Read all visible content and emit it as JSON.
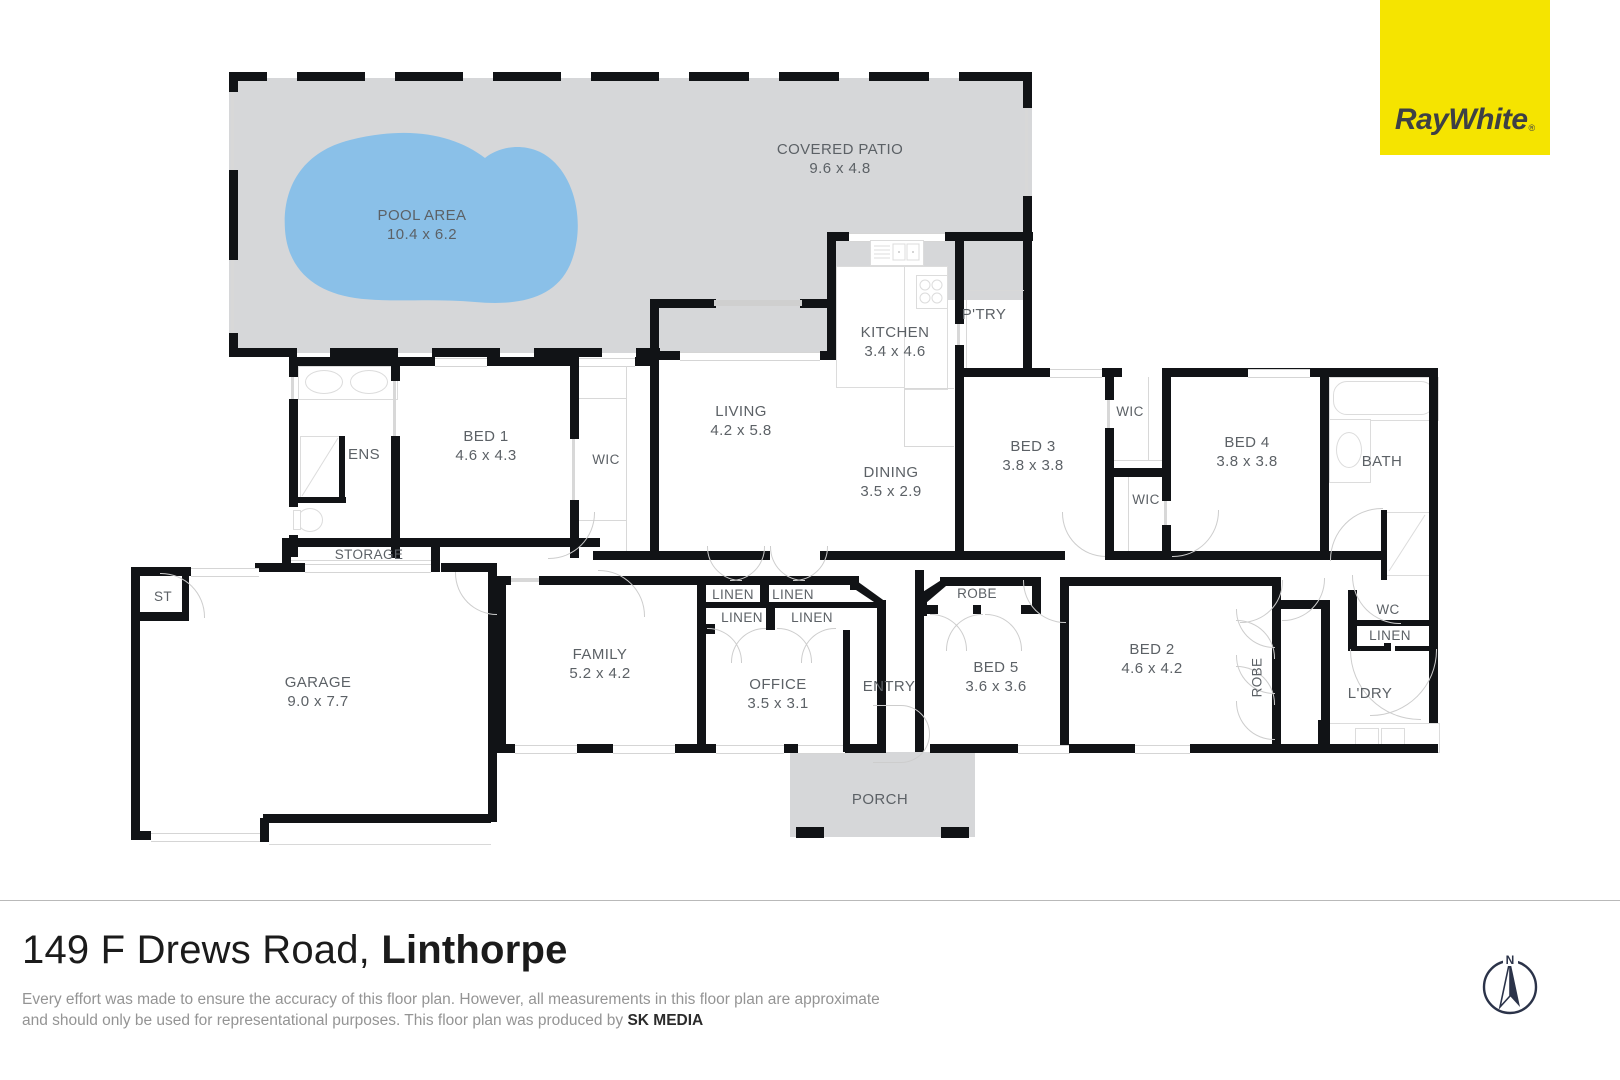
{
  "brand": {
    "logo_text": "RayWhite",
    "logo_mark": "registered-trademark",
    "logo_bg": "#f5e400",
    "logo_fg": "#3d4045"
  },
  "footer": {
    "address_street": "149 F Drews Road,",
    "address_suburb": "Linthorpe",
    "disclaimer": "Every effort was made to ensure the accuracy of this floor plan. However, all measurements in this floor plan are approximate and should only be used for representational purposes. This floor plan was produced by ",
    "producer": "SK MEDIA",
    "compass_label": "N"
  },
  "plan": {
    "wall_color": "#111316",
    "shaded_fill": "#d6d7d9",
    "pool_fill": "#8ac0e8",
    "label_color": "#5c6166",
    "rooms": [
      {
        "id": "pool",
        "name": "POOL AREA",
        "dim": "10.4 x 6.2"
      },
      {
        "id": "patio",
        "name": "COVERED PATIO",
        "dim": "9.6 x 4.8"
      },
      {
        "id": "kitchen",
        "name": "KITCHEN",
        "dim": "3.4 x 4.6"
      },
      {
        "id": "pantry",
        "name": "P'TRY",
        "dim": ""
      },
      {
        "id": "living",
        "name": "LIVING",
        "dim": "4.2 x 5.8"
      },
      {
        "id": "dining",
        "name": "DINING",
        "dim": "3.5 x 2.9"
      },
      {
        "id": "ens",
        "name": "ENS",
        "dim": ""
      },
      {
        "id": "bed1",
        "name": "BED 1",
        "dim": "4.6 x 4.3"
      },
      {
        "id": "wic1",
        "name": "WIC",
        "dim": ""
      },
      {
        "id": "bed3",
        "name": "BED 3",
        "dim": "3.8 x 3.8"
      },
      {
        "id": "wic2",
        "name": "WIC",
        "dim": ""
      },
      {
        "id": "wic3",
        "name": "WIC",
        "dim": ""
      },
      {
        "id": "bed4",
        "name": "BED 4",
        "dim": "3.8 x 3.8"
      },
      {
        "id": "bath",
        "name": "BATH",
        "dim": ""
      },
      {
        "id": "storage",
        "name": "STORAGE",
        "dim": ""
      },
      {
        "id": "st",
        "name": "ST",
        "dim": ""
      },
      {
        "id": "garage",
        "name": "GARAGE",
        "dim": "9.0 x 7.7"
      },
      {
        "id": "family",
        "name": "FAMILY",
        "dim": "5.2 x 4.2"
      },
      {
        "id": "linen1",
        "name": "LINEN",
        "dim": ""
      },
      {
        "id": "linen2",
        "name": "LINEN",
        "dim": ""
      },
      {
        "id": "linen3",
        "name": "LINEN",
        "dim": ""
      },
      {
        "id": "linen4",
        "name": "LINEN",
        "dim": ""
      },
      {
        "id": "office",
        "name": "OFFICE",
        "dim": "3.5 x 3.1"
      },
      {
        "id": "entry",
        "name": "ENTRY",
        "dim": ""
      },
      {
        "id": "robe1",
        "name": "ROBE",
        "dim": ""
      },
      {
        "id": "bed5",
        "name": "BED 5",
        "dim": "3.6 x 3.6"
      },
      {
        "id": "bed2",
        "name": "BED 2",
        "dim": "4.6 x 4.2"
      },
      {
        "id": "robe2",
        "name": "ROBE",
        "dim": ""
      },
      {
        "id": "wc",
        "name": "WC",
        "dim": ""
      },
      {
        "id": "linen5",
        "name": "LINEN",
        "dim": ""
      },
      {
        "id": "ldry",
        "name": "L'DRY",
        "dim": ""
      },
      {
        "id": "porch",
        "name": "PORCH",
        "dim": ""
      }
    ]
  }
}
